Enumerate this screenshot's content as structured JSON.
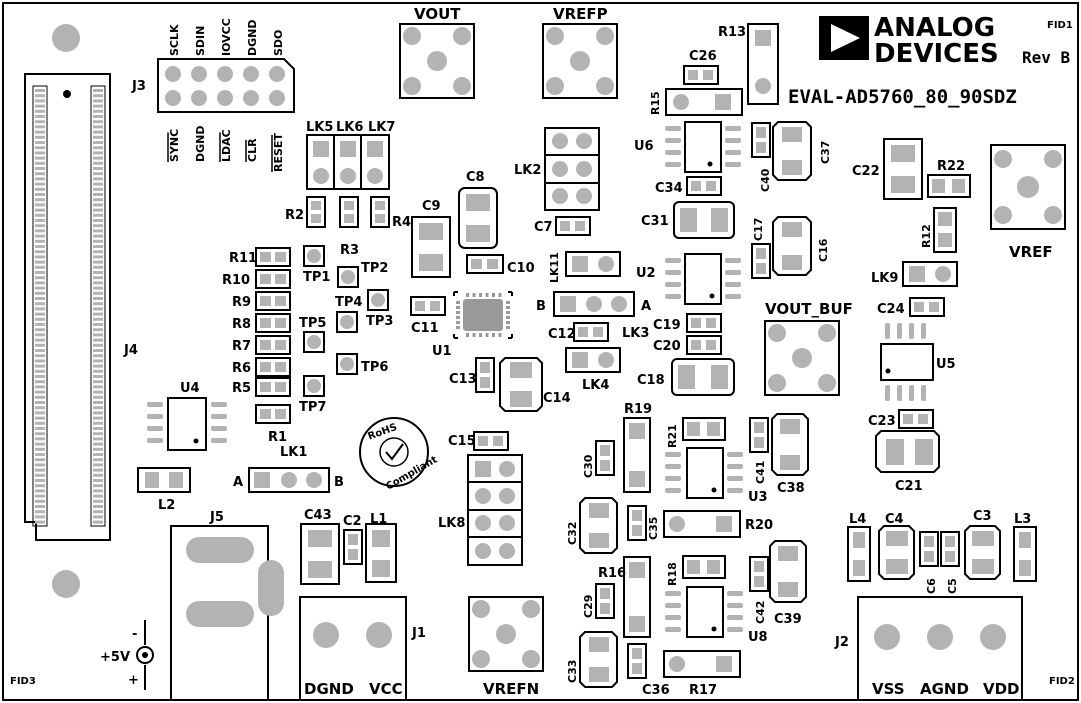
{
  "brand": {
    "line1": "ANALOG",
    "line2": "DEVICES",
    "rev": "Rev B",
    "board": "EVAL-AD5760_80_90SDZ"
  },
  "fid": {
    "fid1": "FID1",
    "fid2": "FID2",
    "fid3": "FID3"
  },
  "j3": {
    "label": "J3",
    "top": [
      "SCLK",
      "SDIN",
      "IOVCC",
      "DGND",
      "SDO"
    ],
    "bottom": [
      "SYNC",
      "DGND",
      "LDAC",
      "CLR",
      "RESET"
    ]
  },
  "links": {
    "lk1": "LK1",
    "lk2": "LK2",
    "lk3": "LK3",
    "lk4": "LK4",
    "lk5": "LK5",
    "lk6": "LK6",
    "lk7": "LK7",
    "lk8": "LK8",
    "lk9": "LK9",
    "lk11": "LK11",
    "a": "A",
    "b": "B"
  },
  "conn": {
    "vout": "VOUT",
    "vrefp": "VREFP",
    "vref": "VREF",
    "vout_buf": "VOUT_BUF",
    "vrefn": "VREFN",
    "j1": "J1",
    "j2": "J2",
    "j4": "J4",
    "j5": "J5",
    "dgnd": "DGND",
    "vcc": "VCC",
    "vss": "VSS",
    "agnd": "AGND",
    "vdd": "VDD",
    "plus5v": "+5V",
    "plus": "+",
    "minus": "-"
  },
  "ics": {
    "u1": "U1",
    "u2": "U2",
    "u3": "U3",
    "u4": "U4",
    "u5": "U5",
    "u6": "U6",
    "u8": "U8"
  },
  "tp": {
    "tp1": "TP1",
    "tp2": "TP2",
    "tp3": "TP3",
    "tp4": "TP4",
    "tp5": "TP5",
    "tp6": "TP6",
    "tp7": "TP7"
  },
  "res": {
    "r1": "R1",
    "r2": "R2",
    "r3": "R3",
    "r4": "R4",
    "r5": "R5",
    "r6": "R6",
    "r7": "R7",
    "r8": "R8",
    "r9": "R9",
    "r10": "R10",
    "r11": "R11",
    "r12": "R12",
    "r13": "R13",
    "r15": "R15",
    "r16": "R16",
    "r17": "R17",
    "r18": "R18",
    "r19": "R19",
    "r20": "R20",
    "r21": "R21",
    "r22": "R22"
  },
  "caps": {
    "c2": "C2",
    "c3": "C3",
    "c4": "C4",
    "c5": "C5",
    "c6": "C6",
    "c7": "C7",
    "c8": "C8",
    "c9": "C9",
    "c10": "C10",
    "c11": "C11",
    "c12": "C12",
    "c13": "C13",
    "c14": "C14",
    "c15": "C15",
    "c16": "C16",
    "c17": "C17",
    "c18": "C18",
    "c19": "C19",
    "c20": "C20",
    "c21": "C21",
    "c22": "C22",
    "c23": "C23",
    "c24": "C24",
    "c26": "C26",
    "c29": "C29",
    "c30": "C30",
    "c31": "C31",
    "c32": "C32",
    "c33": "C33",
    "c34": "C34",
    "c35": "C35",
    "c36": "C36",
    "c37": "C37",
    "c38": "C38",
    "c39": "C39",
    "c40": "C40",
    "c41": "C41",
    "c42": "C42",
    "c43": "C43"
  },
  "ind": {
    "l1": "L1",
    "l2": "L2",
    "l3": "L3",
    "l4": "L4"
  },
  "rohs": {
    "top": "RoHS",
    "bottom": "Compliant"
  }
}
